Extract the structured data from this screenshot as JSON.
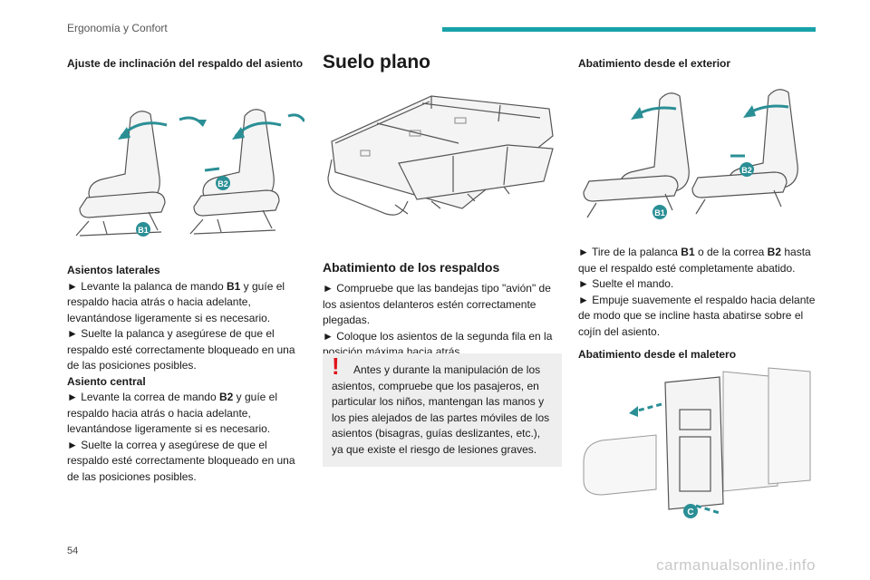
{
  "header": {
    "section_title": "Ergonomía y Confort",
    "accent_color": "#17a2a8"
  },
  "col1": {
    "heading": "Ajuste de inclinación del respaldo del asiento",
    "figure_labels": [
      "B2",
      "B1"
    ],
    "lateral_title": "Asientos laterales",
    "lateral_p1_a": "► Levante la palanca de mando ",
    "lateral_p1_b": "B1",
    "lateral_p1_c": " y guíe el respaldo hacia atrás o hacia adelante, levantándose ligeramente si es necesario.",
    "lateral_p2": "► Suelte la palanca y asegúrese de que el respaldo esté correctamente bloqueado en una de las posiciones posibles.",
    "central_title": "Asiento central",
    "central_p1_a": "► Levante la correa de mando ",
    "central_p1_b": "B2",
    "central_p1_c": " y guíe el respaldo hacia atrás o hacia adelante, levantándose ligeramente si es necesario.",
    "central_p2": "► Suelte la correa y asegúrese de que el respaldo esté correctamente bloqueado en una de las posiciones posibles."
  },
  "col2": {
    "title": "Suelo plano",
    "subtitle": "Abatimiento de los respaldos",
    "p1": "► Compruebe que las bandejas tipo \"avión\" de los asientos delanteros estén correctamente plegadas.",
    "p2": "► Coloque los asientos de la segunda fila en la posición máxima hacia atrás.",
    "warning_icon": "!",
    "warning_color": "#e0141c",
    "warning": "Antes y durante la manipulación de los asientos, compruebe que los pasajeros, en particular los niños, mantengan las manos y los pies alejados de las partes móviles de los asientos (bisagras, guías deslizantes, etc.), ya que existe el riesgo de lesiones graves."
  },
  "col3": {
    "heading1": "Abatimiento desde el exterior",
    "figure_labels": [
      "B1",
      "B2"
    ],
    "p1_a": "► Tire de la palanca ",
    "p1_b": "B1",
    "p1_c": " o de la correa ",
    "p1_d": "B2",
    "p1_e": " hasta que el respaldo esté completamente abatido.",
    "p2": "► Suelte el mando.",
    "p3": "► Empuje suavemente el respaldo hacia delante de modo que se incline hasta abatirse sobre el cojín del asiento.",
    "heading2": "Abatimiento desde el maletero",
    "figure_label": "C"
  },
  "footer": {
    "page_number": "54",
    "watermark": "carmanualsonline.info"
  }
}
